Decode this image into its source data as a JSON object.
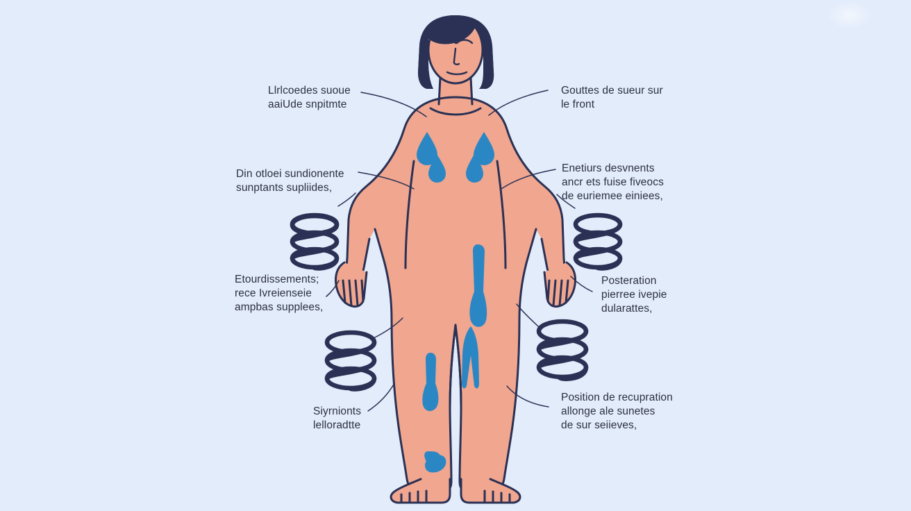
{
  "illustration": {
    "title": "Illustration medicale - signes de coup de chaleur / deshydratation",
    "subject": "standing-female-figure",
    "background_color": "#e3ecfb",
    "skin_color": "#f0a68f",
    "hair_color": "#2a3154",
    "outline_color": "#2a3154",
    "accent_blue": "#2b87c4",
    "vein_blue": "#2b87c4",
    "coil_color": "#2a3154",
    "label_text_color": "#2b3040"
  },
  "labels": [
    {
      "id": "label-top-left",
      "side": "left",
      "text": "Llrlcoedes suoue\naaiUde snpitmte",
      "dash": false
    },
    {
      "id": "label-top-right",
      "side": "right",
      "text": "Gouttes de sueur sur\nle front",
      "dash": true
    },
    {
      "id": "label-mid-left",
      "side": "left",
      "text": "Din otloei sundionente\nsunptants supliides,",
      "dash": false
    },
    {
      "id": "label-mid-right",
      "side": "right",
      "text": "Enetiurs desvnents\nancr ets fuise fiveocs\nde euriemee einiees,",
      "dash": false
    },
    {
      "id": "label-lower-left",
      "side": "left",
      "text": "Etourdissements;\nrece Ivreienseie\nampbas supplees,",
      "dash": false
    },
    {
      "id": "label-lower-right",
      "side": "right",
      "text": "Posteration\npierree ivepie\ndularattes,",
      "dash": true
    },
    {
      "id": "label-bottom-left",
      "side": "left",
      "text": "Siyrnionts\nlelloradtte",
      "dash": false
    },
    {
      "id": "label-bottom-right",
      "side": "right",
      "text": "Position de recupration\nallonge ale sunetes\nde sur seiieves,",
      "dash": true
    }
  ],
  "coils": [
    {
      "id": "coil-upper-left",
      "turns": 4
    },
    {
      "id": "coil-upper-right",
      "turns": 4
    },
    {
      "id": "coil-lower-left",
      "turns": 4
    },
    {
      "id": "coil-lower-right",
      "turns": 4
    }
  ],
  "sweat_drops": {
    "count": 4,
    "location": "chest"
  },
  "vein_marks": {
    "count": 4,
    "location": "legs-and-ankle"
  }
}
